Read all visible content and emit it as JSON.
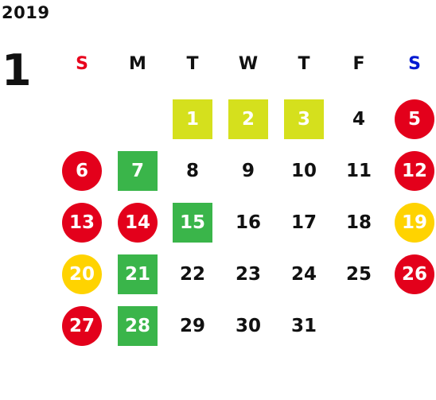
{
  "calendar": {
    "year": "2019",
    "month": "1",
    "weekdays": [
      {
        "label": "S",
        "color": "#e8001c"
      },
      {
        "label": "M",
        "color": "#111111"
      },
      {
        "label": "T",
        "color": "#111111"
      },
      {
        "label": "W",
        "color": "#111111"
      },
      {
        "label": "T",
        "color": "#111111"
      },
      {
        "label": "F",
        "color": "#111111"
      },
      {
        "label": "S",
        "color": "#0019d1"
      }
    ],
    "first_weekday_index": 2,
    "colors": {
      "red": "#e3001b",
      "yellow": "#ffd300",
      "lime": "#d5e01d",
      "green": "#3ab54a"
    },
    "days": [
      {
        "label": "1",
        "mark": "lime-square"
      },
      {
        "label": "2",
        "mark": "lime-square"
      },
      {
        "label": "3",
        "mark": "lime-square"
      },
      {
        "label": "4",
        "mark": "none"
      },
      {
        "label": "5",
        "mark": "red-circle"
      },
      {
        "label": "6",
        "mark": "red-circle"
      },
      {
        "label": "7",
        "mark": "green-square"
      },
      {
        "label": "8",
        "mark": "none"
      },
      {
        "label": "9",
        "mark": "none"
      },
      {
        "label": "10",
        "mark": "none"
      },
      {
        "label": "11",
        "mark": "none"
      },
      {
        "label": "12",
        "mark": "red-circle"
      },
      {
        "label": "13",
        "mark": "red-circle"
      },
      {
        "label": "14",
        "mark": "red-circle"
      },
      {
        "label": "15",
        "mark": "green-square"
      },
      {
        "label": "16",
        "mark": "none"
      },
      {
        "label": "17",
        "mark": "none"
      },
      {
        "label": "18",
        "mark": "none"
      },
      {
        "label": "19",
        "mark": "yellow-circle"
      },
      {
        "label": "20",
        "mark": "yellow-circle"
      },
      {
        "label": "21",
        "mark": "green-square"
      },
      {
        "label": "22",
        "mark": "none"
      },
      {
        "label": "23",
        "mark": "none"
      },
      {
        "label": "24",
        "mark": "none"
      },
      {
        "label": "25",
        "mark": "none"
      },
      {
        "label": "26",
        "mark": "red-circle"
      },
      {
        "label": "27",
        "mark": "red-circle"
      },
      {
        "label": "28",
        "mark": "green-square"
      },
      {
        "label": "29",
        "mark": "none"
      },
      {
        "label": "30",
        "mark": "none"
      },
      {
        "label": "31",
        "mark": "none"
      }
    ]
  }
}
